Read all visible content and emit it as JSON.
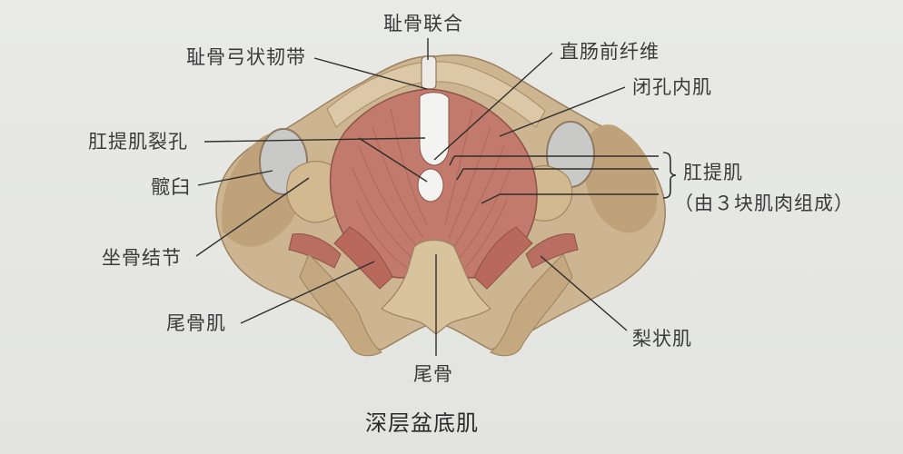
{
  "diagram": {
    "title": "深层盆底肌",
    "colors": {
      "background": "#e6e7e3",
      "bone": "#d6c2a0",
      "bone_shadow": "#a88d66",
      "muscle": "#c27a6c",
      "muscle_dark": "#a85f52",
      "leader_line": "#2e2e2e",
      "text": "#3a3a3a"
    },
    "labels": {
      "pubic_symphysis": "耻骨联合",
      "arcuate_pubic_ligament": "耻骨弓状韧带",
      "prerectal_fibers": "直肠前纤维",
      "obturator_internus": "闭孔内肌",
      "levator_hiatus": "肛提肌裂孔",
      "acetabulum": "髋臼",
      "levator_ani": "肛提肌",
      "levator_ani_note": "（由３块肌肉组成）",
      "ischial_tuberosity": "坐骨结节",
      "coccygeus": "尾骨肌",
      "piriformis": "梨状肌",
      "coccyx": "尾骨"
    }
  }
}
